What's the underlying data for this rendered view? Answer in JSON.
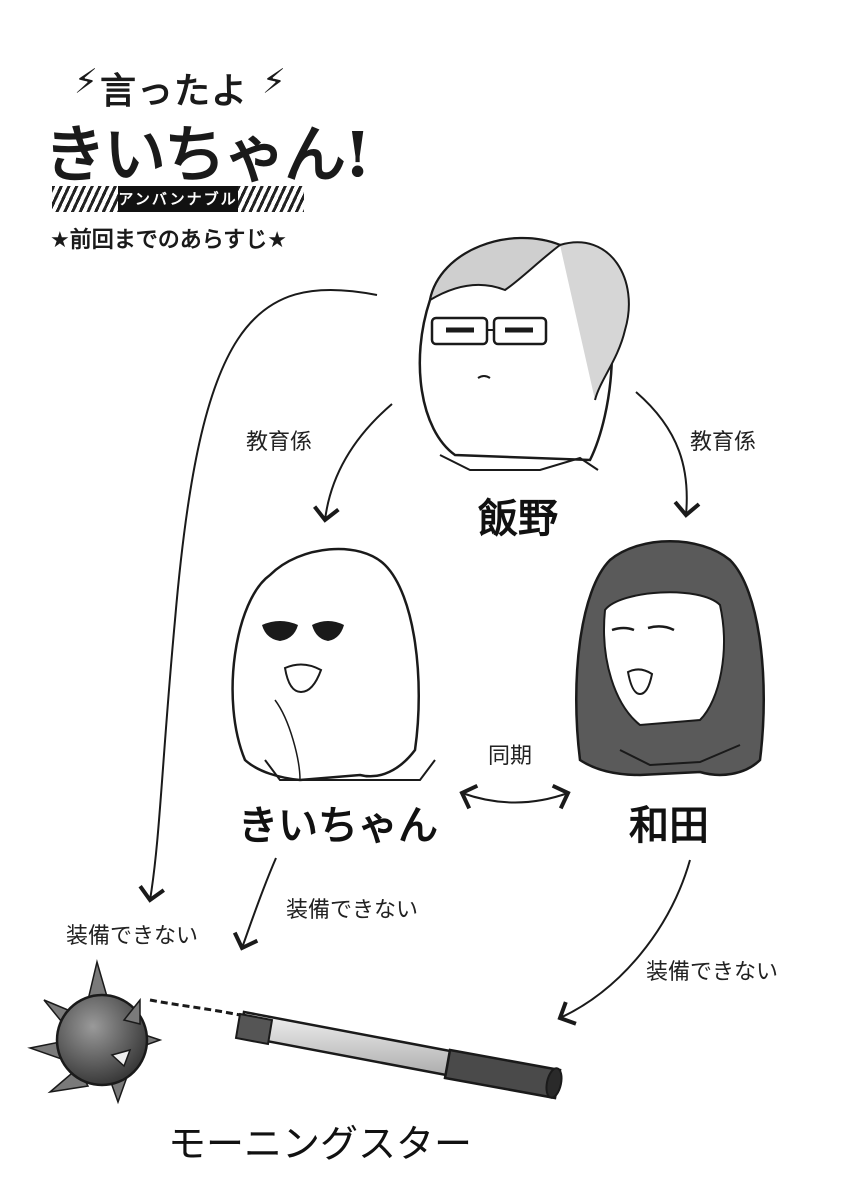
{
  "header": {
    "title_line1": "言ったよ",
    "title_line2": "きいちゃん!",
    "subtitle": "アンバンナブル",
    "recap": "★前回までのあらすじ★"
  },
  "characters": {
    "iino": "飯野",
    "kii": "きいちゃん",
    "wada": "和田"
  },
  "item": "モーニングスター",
  "labels": {
    "edu_left": "教育係",
    "edu_right": "教育係",
    "douki": "同期",
    "cannot_left": "装備できない",
    "cannot_mid": "装備できない",
    "cannot_right": "装備できない"
  },
  "colors": {
    "ink": "#1a1a1a",
    "paper": "#ffffff",
    "hair_dark": "#4a4a4a"
  }
}
